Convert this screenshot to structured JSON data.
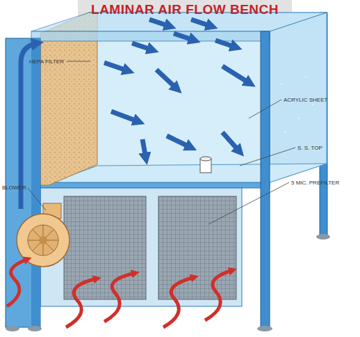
{
  "diagram": {
    "title": "LAMINAR AIR FLOW BENCH",
    "labels": [
      "HEPA FILTER",
      "ACRYLIC SHEET",
      "S. S. TOP",
      "BLOWER",
      "5 MIC. PREFILTER"
    ]
  }
}
